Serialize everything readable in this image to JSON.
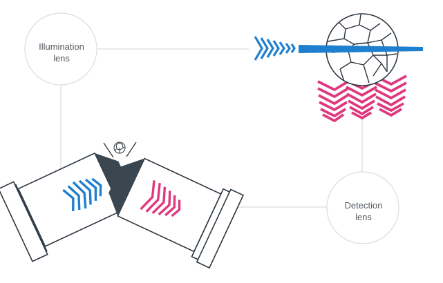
{
  "labels": {
    "illumination_line1": "Illumination",
    "illumination_line2": "lens",
    "detection_line1": "Detection",
    "detection_line2": "lens"
  },
  "colors": {
    "illumination": "#1f7fcf",
    "detection": "#e0387f",
    "objective_dark": "#3a4650",
    "outline": "#2c3540",
    "connector": "#dcdcdc"
  },
  "icons": {
    "specimen": "sphere-icon",
    "illumination_beam": "chevrons-right-icon",
    "light_sheet": "light-sheet-line",
    "emission": "emission-chevrons-icon",
    "illumination_objective": "illumination-objective-icon",
    "detection_objective": "detection-objective-icon"
  }
}
